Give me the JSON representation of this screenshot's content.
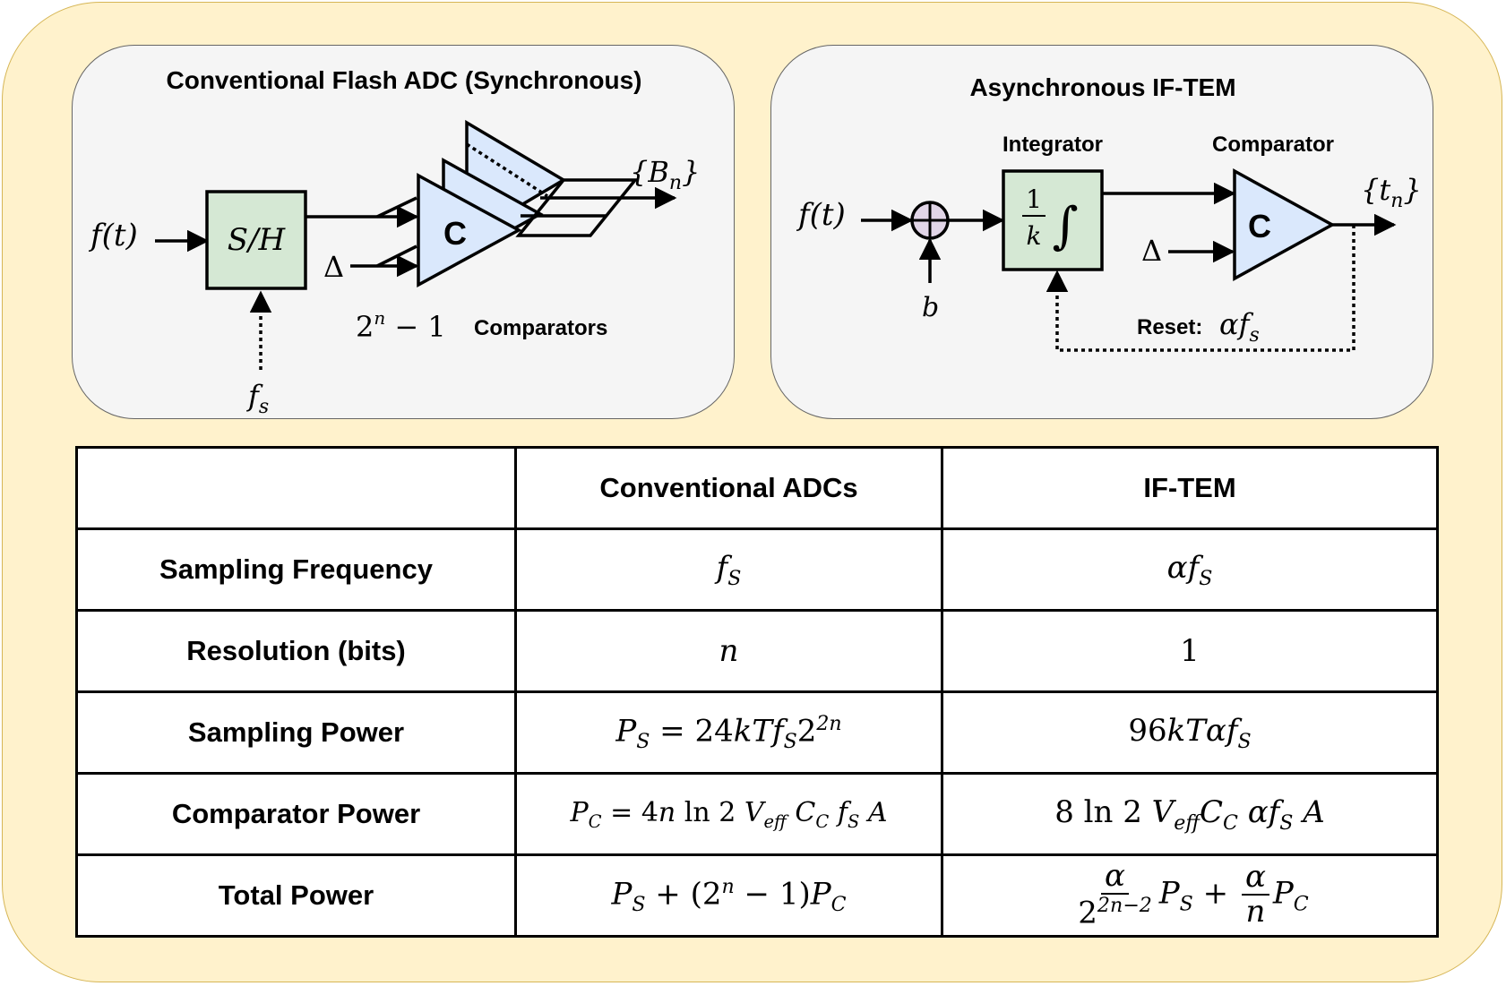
{
  "flash_panel": {
    "title": "Conventional Flash ADC (Synchronous)",
    "input_label": "f(t)",
    "sh_label": "S/H",
    "clock_label": "f",
    "clock_sub": "s",
    "delta_label": "Δ",
    "comparator_letter": "C",
    "count_label": "2",
    "count_sup": "n",
    "count_rest": " − 1",
    "comparators_label": "Comparators",
    "output_label": "{B",
    "output_sub": "n",
    "output_close": "}"
  },
  "tem_panel": {
    "title": "Asynchronous IF-TEM",
    "input_label": "f(t)",
    "bias_label": "b",
    "integrator_title": "Integrator",
    "integrator_num": "1",
    "integrator_den": "k",
    "integrator_symbol": "∫",
    "comparator_title": "Comparator",
    "comparator_letter": "C",
    "delta_label": "Δ",
    "reset_label": "Reset:",
    "reset_rate": "αf",
    "reset_sub": "s",
    "output_label": "{t",
    "output_sub": "n",
    "output_close": "}"
  },
  "table": {
    "headers": [
      "",
      "Conventional ADCs",
      "IF-TEM"
    ],
    "rows": [
      {
        "label": "Sampling Frequency"
      },
      {
        "label": "Resolution (bits)",
        "conv": "n",
        "tem": "1"
      },
      {
        "label": "Sampling Power"
      },
      {
        "label": "Comparator Power"
      },
      {
        "label": "Total Power"
      }
    ]
  },
  "colors": {
    "background": "#fff2cc",
    "background_border": "#d6b656",
    "panel_fill": "#f5f5f5",
    "sh_fill": "#d5e8d4",
    "comparator_fill": "#dae8fc",
    "summer_fill": "#e1d5e7"
  }
}
